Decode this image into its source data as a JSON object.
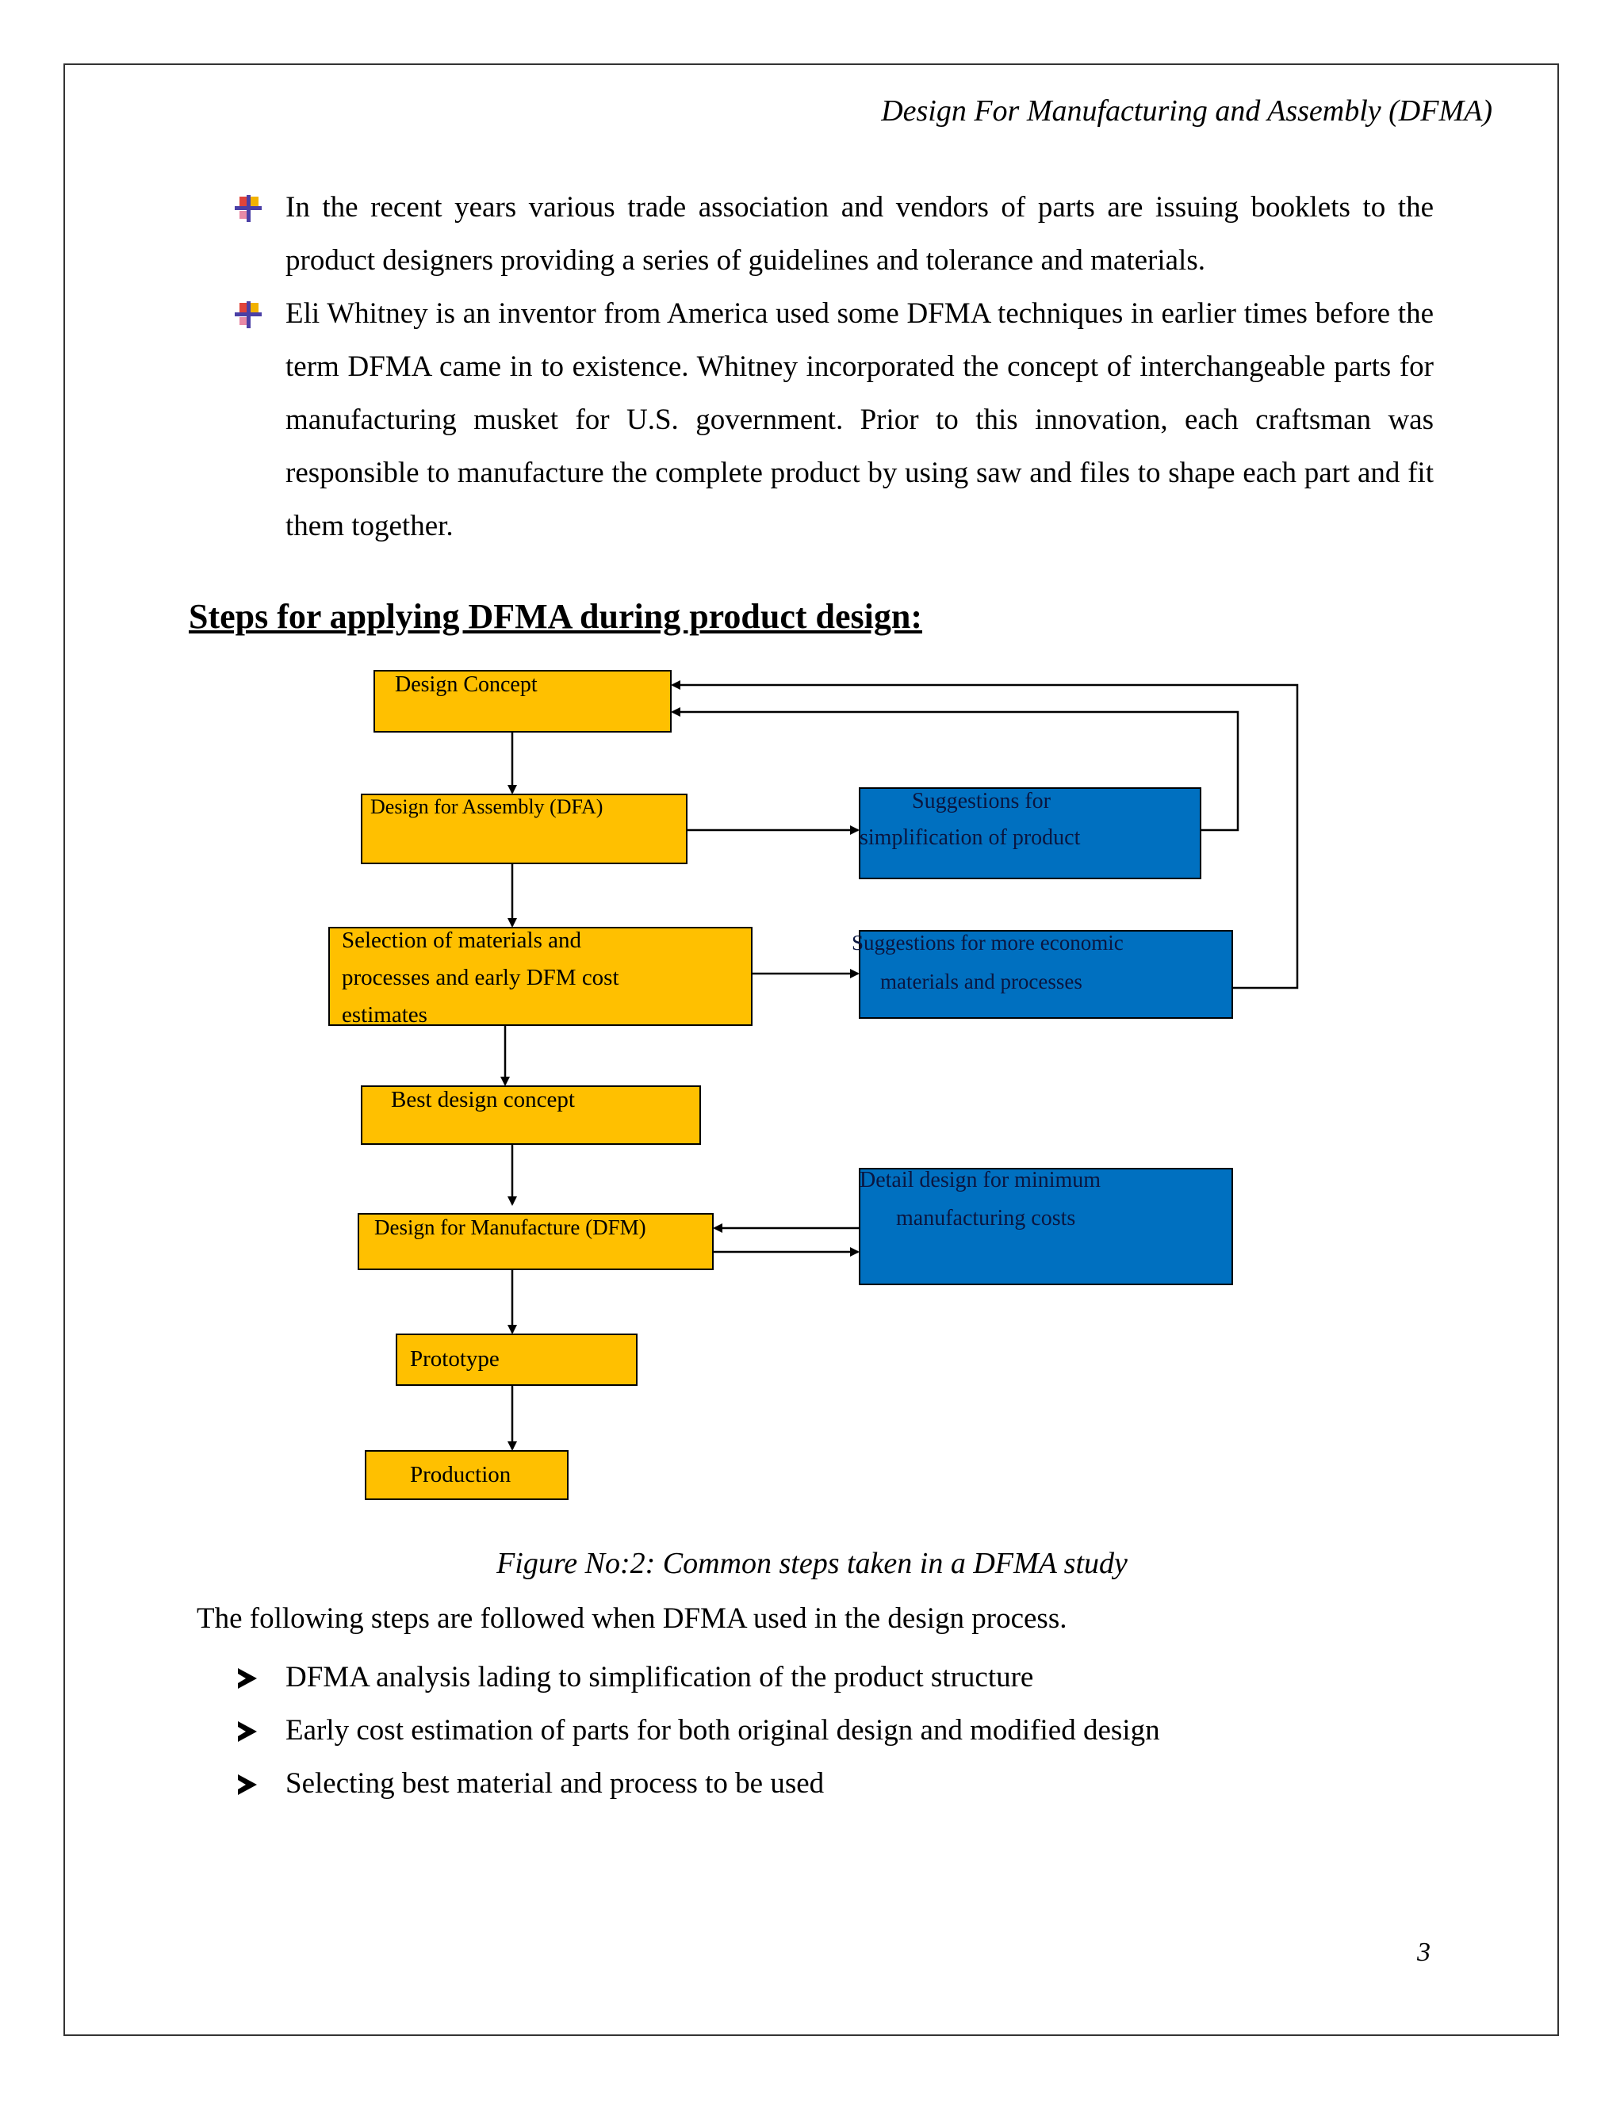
{
  "header": {
    "title": "Design For Manufacturing and Assembly (DFMA)"
  },
  "bullets": [
    "In the recent years various trade association and vendors of parts are issuing booklets to the product designers providing a series of guidelines and tolerance and materials.",
    "Eli Whitney is an inventor from America used some DFMA techniques in earlier times before the term DFMA came in to existence. Whitney incorporated the concept of interchangeable parts for manufacturing musket for U.S. government. Prior to this innovation, each craftsman was responsible to manufacture the complete product by using saw and files to shape each part and fit them together."
  ],
  "section_heading": "Steps for applying DFMA during product design:",
  "diagram": {
    "colors": {
      "step_fill": "#ffc000",
      "suggestion_fill": "#0070c0",
      "stroke": "#000000"
    },
    "steps": {
      "design_concept": "Design Concept",
      "dfa": "Design for Assembly (DFA)",
      "selection_line1": "Selection of materials and",
      "selection_line2": "processes and early DFM cost",
      "selection_line3": "estimates",
      "best_design": "Best design concept",
      "dfm": "Design for Manufacture (DFM)",
      "prototype": "Prototype",
      "production": "Production"
    },
    "suggestions": {
      "simplification_line1": "Suggestions for",
      "simplification_line2": "simplification of product",
      "economic_line1": "Suggestions for more economic",
      "economic_line2": "materials and processes",
      "detail_line1": "Detail design for minimum",
      "detail_line2": "manufacturing costs"
    }
  },
  "caption": "Figure No:2: Common steps taken in a DFMA study",
  "intro": "The following steps are followed when DFMA used in the design process.",
  "steps_list": [
    "DFMA analysis lading to simplification of the product structure",
    "Early cost estimation of parts for both original design and modified design",
    "Selecting best material and process to be used"
  ],
  "page_number": "3"
}
